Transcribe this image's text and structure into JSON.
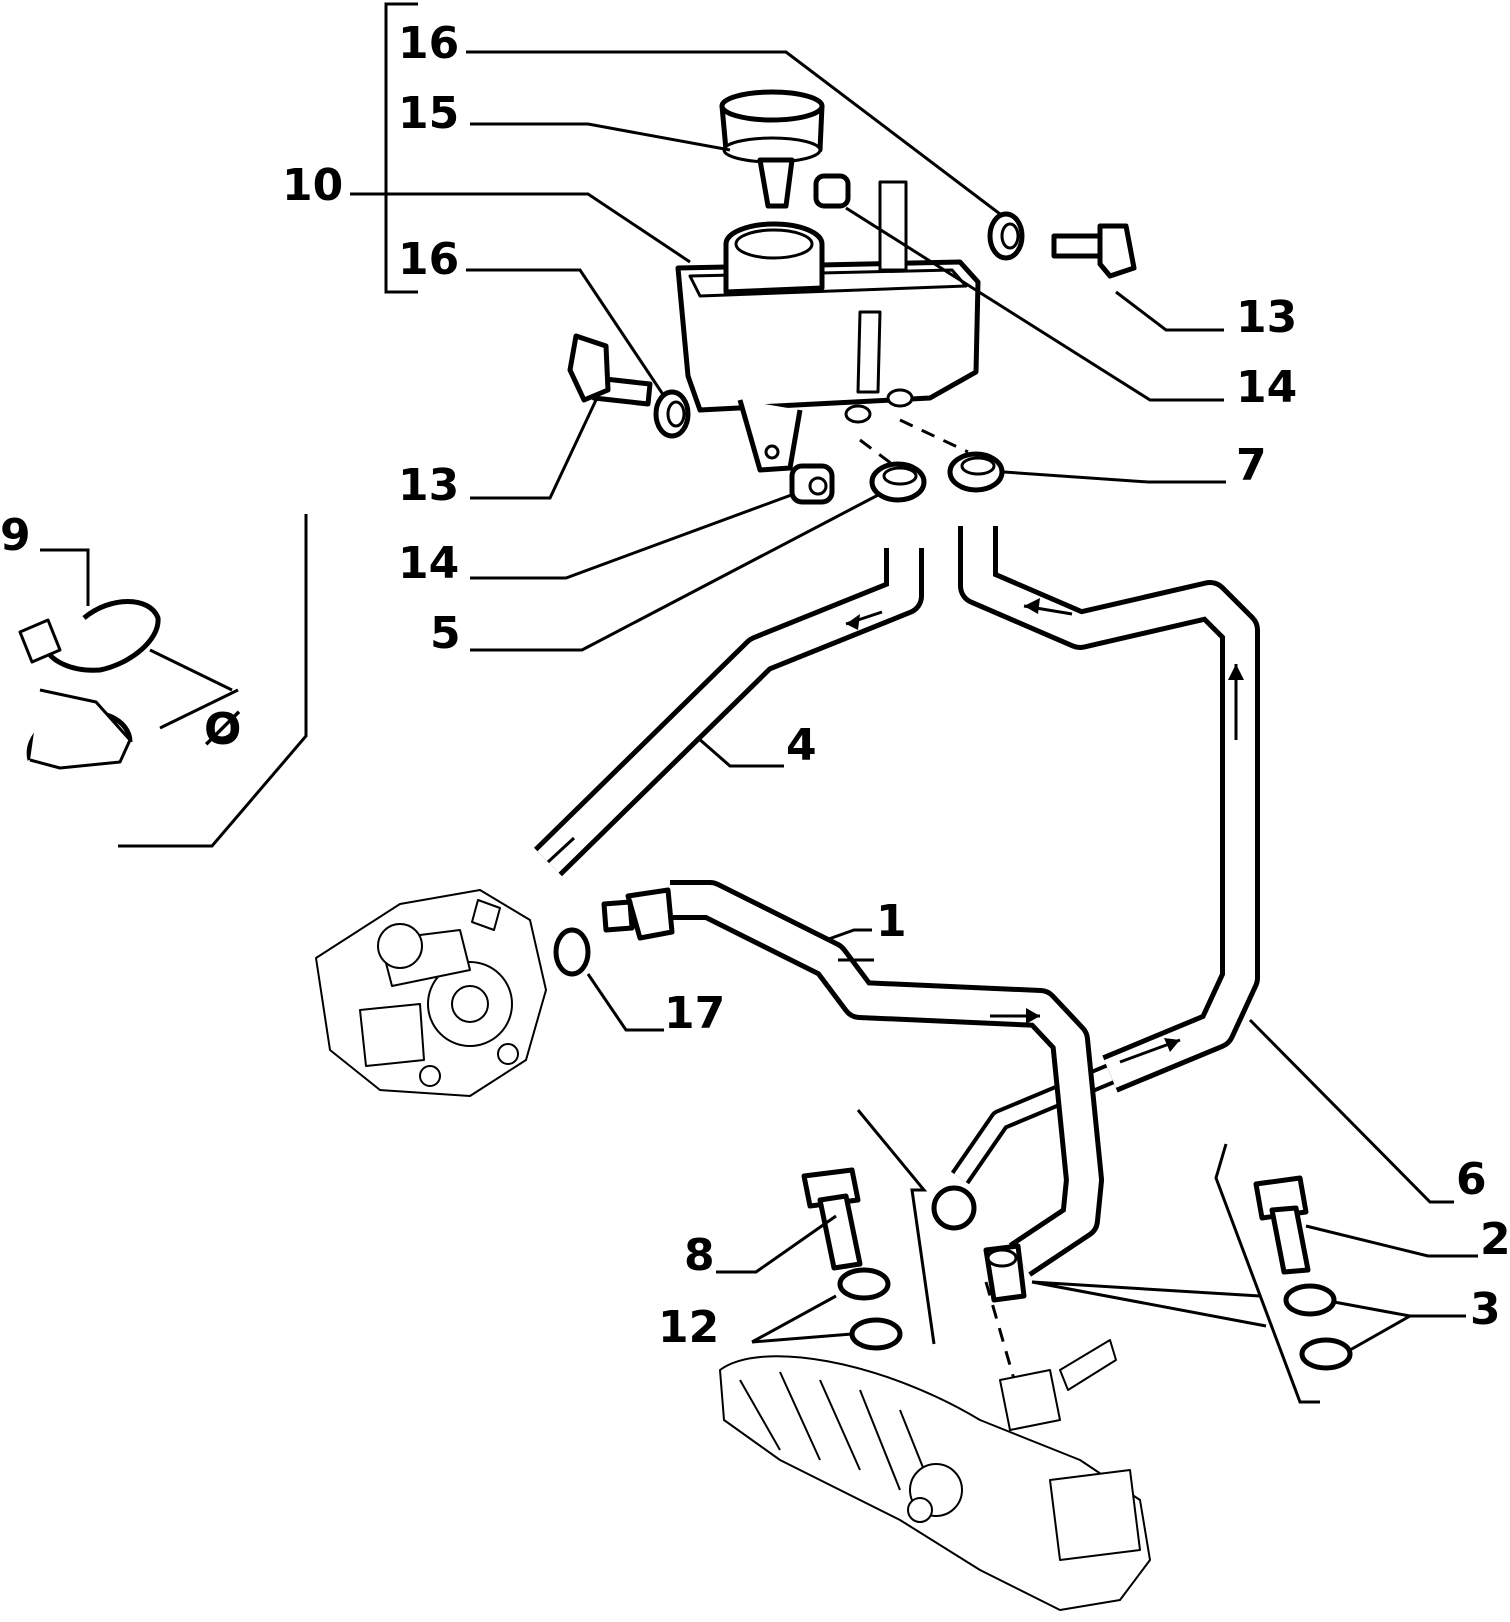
{
  "diagram": {
    "labels": {
      "p1": "1",
      "p2": "2",
      "p3": "3",
      "p4": "4",
      "p5": "5",
      "p6": "6",
      "p7": "7",
      "p8": "8",
      "p9": "9",
      "p10": "10",
      "p12": "12",
      "p13a": "13",
      "p13b": "13",
      "p14a": "14",
      "p14b": "14",
      "p15": "15",
      "p16a": "16",
      "p16b": "16",
      "p17": "17",
      "diameter": "Ø"
    }
  }
}
